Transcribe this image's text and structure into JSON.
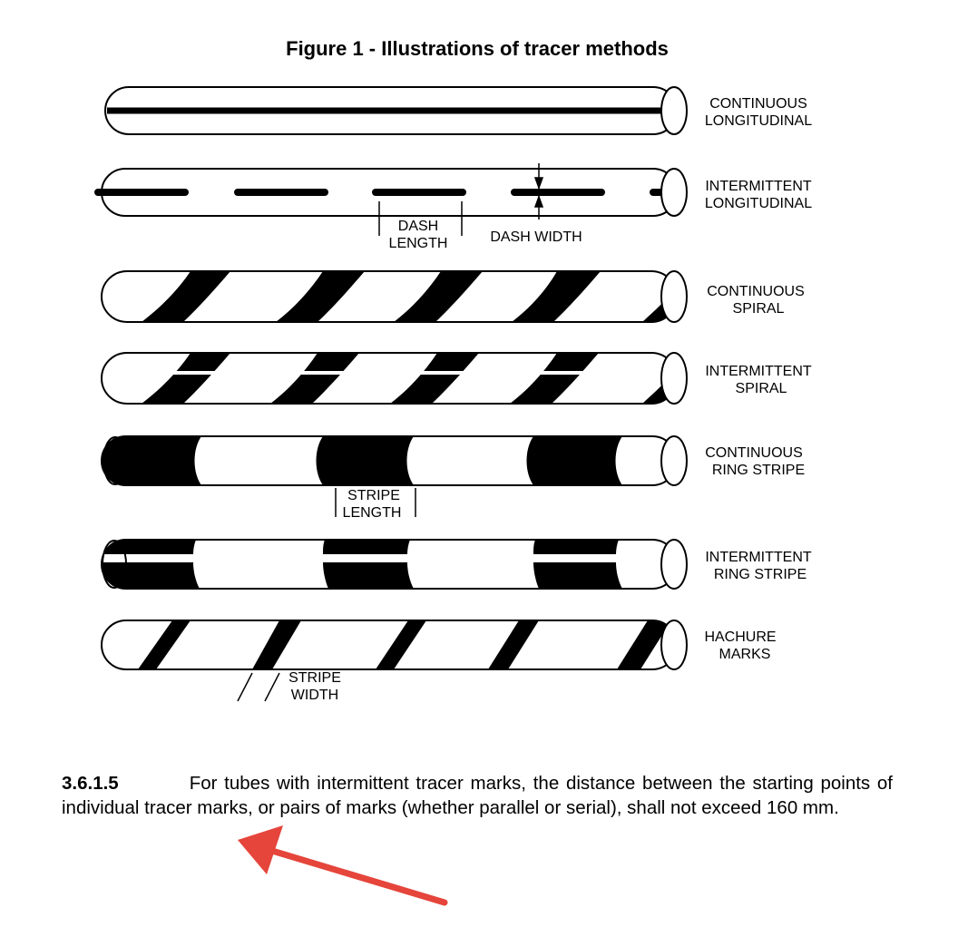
{
  "figure": {
    "title": "Figure 1 - Illustrations of tracer methods",
    "rows": [
      {
        "line1": "CONTINUOUS",
        "line2": "LONGITUDINAL"
      },
      {
        "line1": "INTERMITTENT",
        "line2": "LONGITUDINAL"
      },
      {
        "line1": "CONTINUOUS",
        "line2": "SPIRAL"
      },
      {
        "line1": "INTERMITTENT",
        "line2": "SPIRAL"
      },
      {
        "line1": "CONTINUOUS",
        "line2": "RING STRIPE"
      },
      {
        "line1": "INTERMITTENT",
        "line2": "RING STRIPE"
      },
      {
        "line1": "HACHURE",
        "line2": "MARKS"
      }
    ],
    "dimensions": {
      "dash_length_1": "DASH",
      "dash_length_2": "LENGTH",
      "dash_width": "DASH WIDTH",
      "stripe_length_1": "STRIPE",
      "stripe_length_2": "LENGTH",
      "stripe_width_1": "STRIPE",
      "stripe_width_2": "WIDTH"
    }
  },
  "paragraph": {
    "number": "3.6.1.5",
    "text": "For tubes with intermittent tracer marks, the distance between the starting points of individual tracer marks, or pairs of marks (whether parallel or serial), shall not exceed 160 mm."
  },
  "annotation": {
    "arrow_color": "#e5453b"
  }
}
